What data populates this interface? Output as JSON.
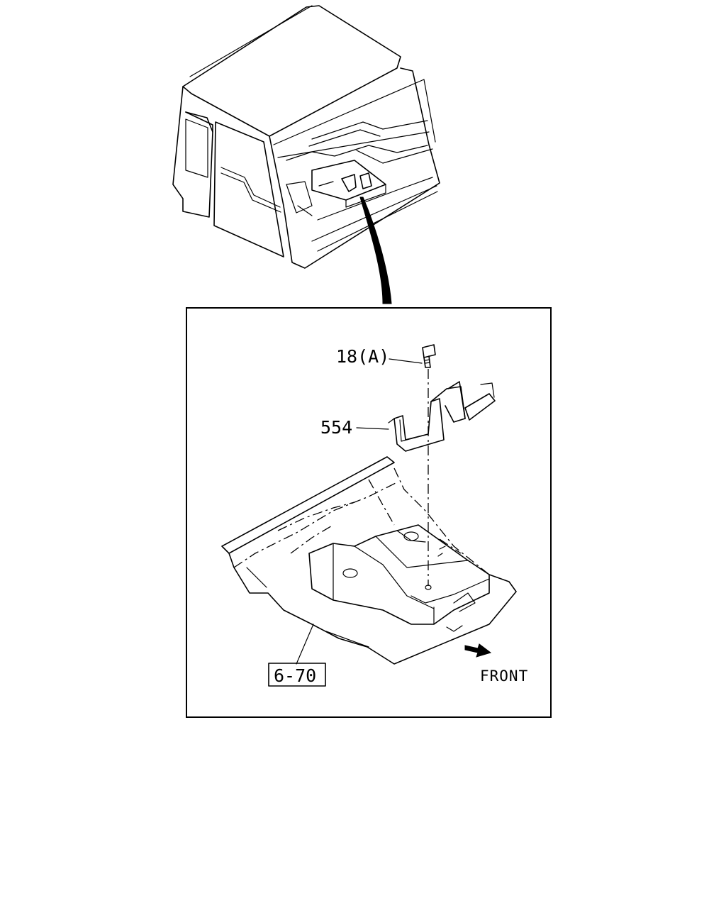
{
  "callouts": {
    "bolt": "18(A)",
    "bracket": "554",
    "reference": "6-70",
    "direction": "FRONT"
  }
}
